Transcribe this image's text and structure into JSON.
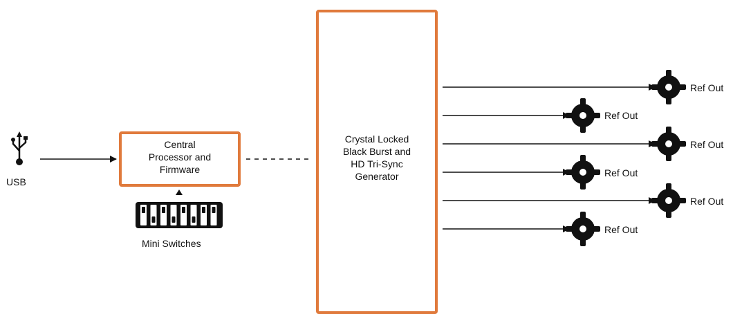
{
  "usb": {
    "label": "USB",
    "icon": "usb-icon"
  },
  "processor": {
    "lines": [
      "Central",
      "Processor and",
      "Firmware"
    ]
  },
  "switches": {
    "label": "Mini Switches",
    "icon": "dip-switch-icon",
    "count": 8
  },
  "generator": {
    "lines": [
      "Crystal Locked",
      "Black Burst and",
      "HD Tri-Sync",
      "Generator"
    ]
  },
  "outputs": [
    {
      "label": "Ref Out"
    },
    {
      "label": "Ref Out"
    },
    {
      "label": "Ref Out"
    },
    {
      "label": "Ref Out"
    },
    {
      "label": "Ref Out"
    },
    {
      "label": "Ref Out"
    }
  ],
  "colors": {
    "accent": "#e07a3c",
    "ink": "#111111"
  }
}
